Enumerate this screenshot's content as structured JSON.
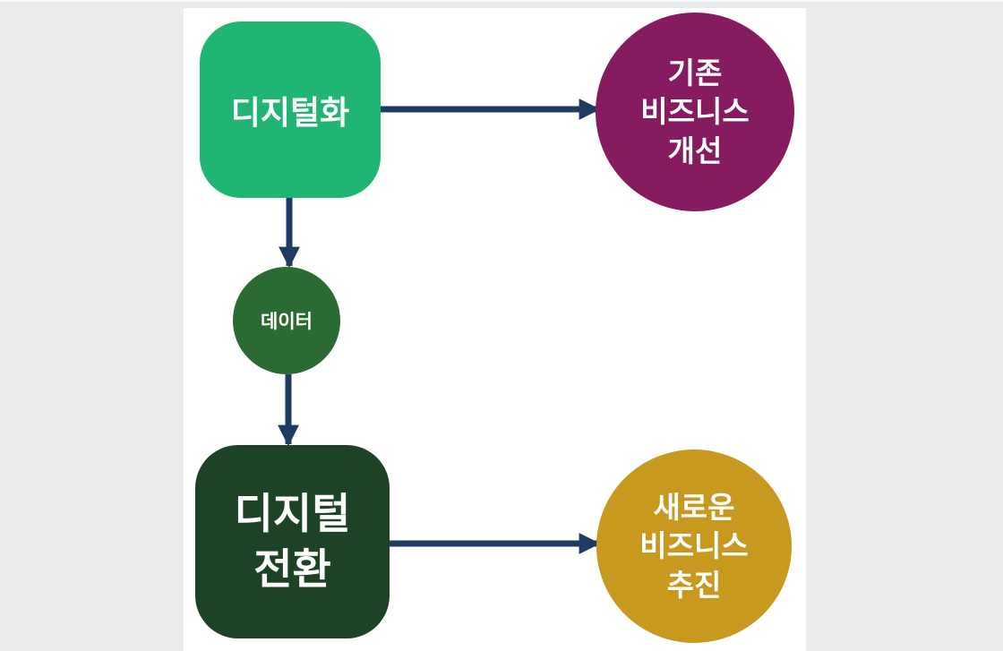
{
  "theme": {
    "background": "#eaecee",
    "panel_background": "#ffffff",
    "arrow_color": "#1f3a63",
    "node_text_color": "#ffffff"
  },
  "diagram": {
    "nodes": {
      "digitization": {
        "label": "디지털화",
        "shape": "rounded-square",
        "color": "#20b573"
      },
      "existing_business": {
        "label": "기존\n비즈니스\n개선",
        "shape": "circle",
        "color": "#871b5f"
      },
      "data": {
        "label": "데이터",
        "shape": "circle",
        "color": "#2b6b33"
      },
      "digital_transformation": {
        "label": "디지털\n전환",
        "shape": "rounded-square",
        "color": "#1d4226"
      },
      "new_business": {
        "label": "새로운\n비즈니스\n추진",
        "shape": "circle",
        "color": "#c7991f"
      }
    },
    "edges": [
      {
        "from": "digitization",
        "to": "existing_business",
        "direction": "right"
      },
      {
        "from": "digitization",
        "to": "data",
        "direction": "down"
      },
      {
        "from": "data",
        "to": "digital_transformation",
        "direction": "down"
      },
      {
        "from": "digital_transformation",
        "to": "new_business",
        "direction": "right"
      }
    ]
  }
}
